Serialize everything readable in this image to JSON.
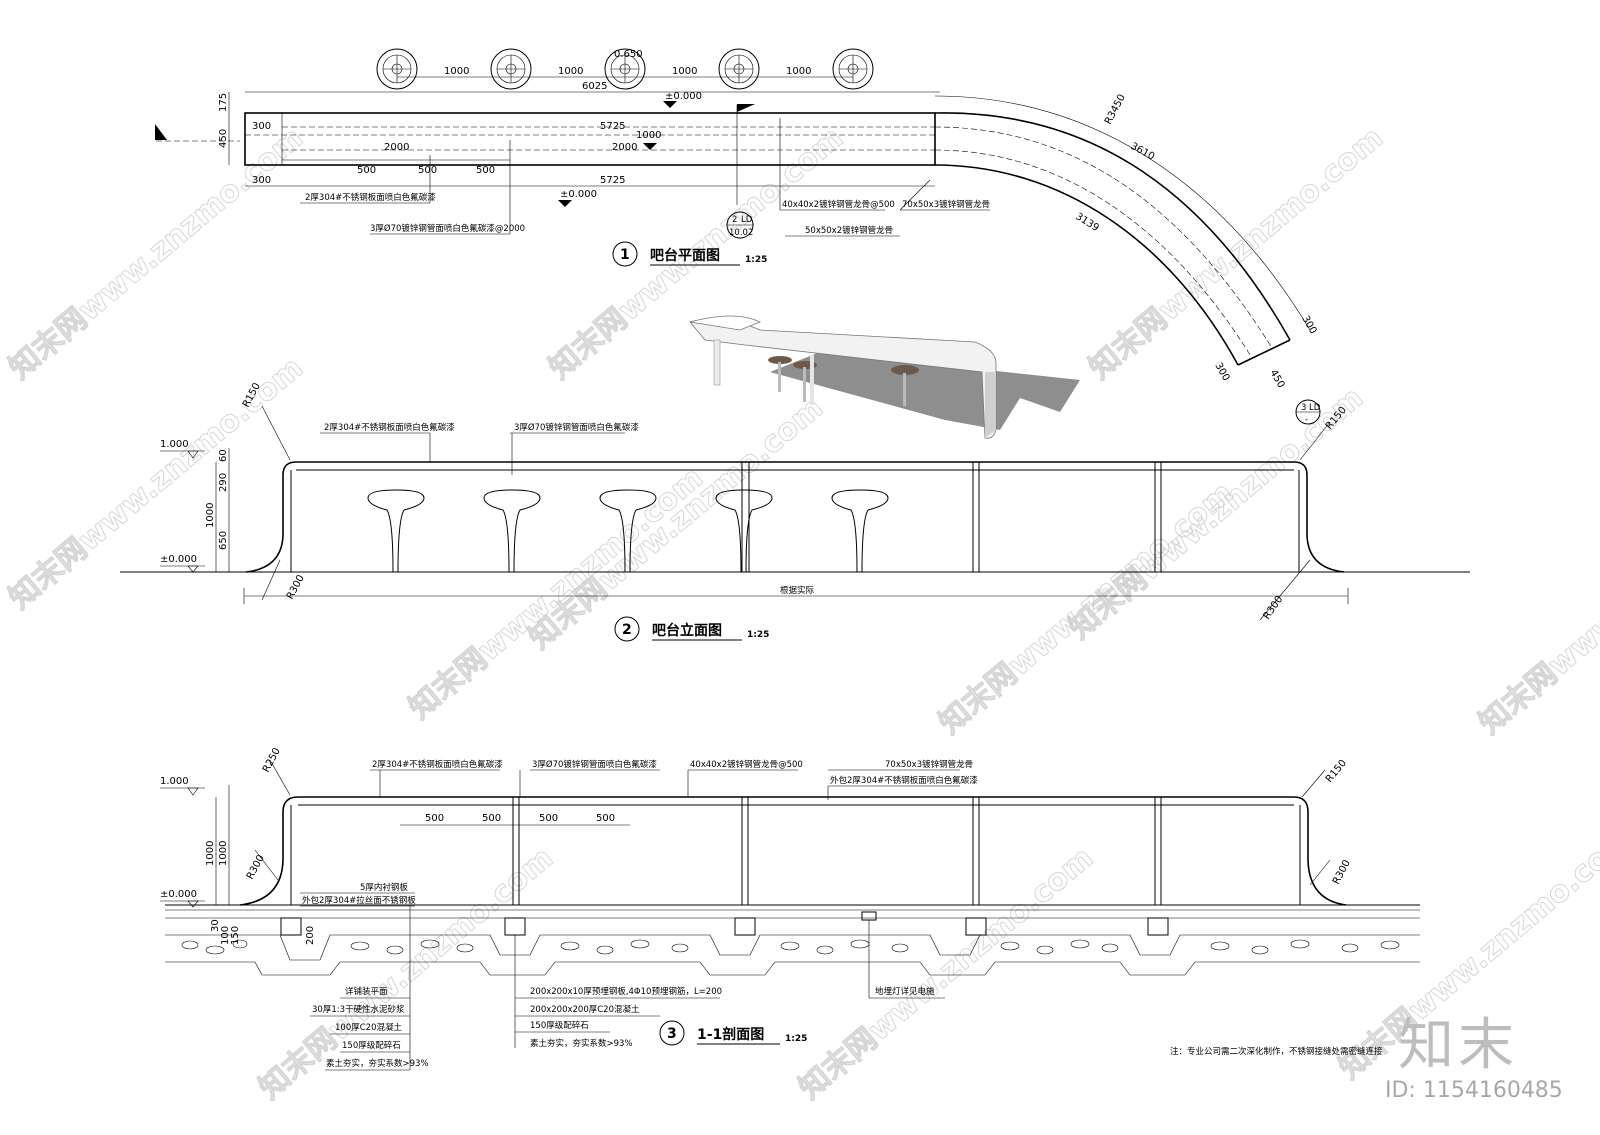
{
  "watermark": "知末网www.znzmo.com",
  "logo": "知末",
  "id_label": "ID: 1154160485",
  "footnote": "注：专业公司需二次深化制作，不锈钢接缝处需密缝连接",
  "plan": {
    "number": "1",
    "title": "吧台平面图",
    "scale": "1:25",
    "dims_top": [
      "1000",
      "1000",
      "1000",
      "1000"
    ],
    "overall": "6025",
    "level_top": "0.650",
    "level_mid": "±0.000",
    "level_bottom": "±0.000",
    "dims_left": [
      "175",
      "450"
    ],
    "row1": [
      "300",
      "5725"
    ],
    "row1_right": "1000",
    "row2": [
      "2000",
      "2000"
    ],
    "row3": [
      "500",
      "500",
      "500"
    ],
    "row4": [
      "300",
      "5725"
    ],
    "arc_r": "R3450",
    "arc_outer": "3610",
    "arc_inner": "3139",
    "end_dims": [
      "300",
      "300",
      "450"
    ],
    "callout2": {
      "num": "2",
      "tag": "LD",
      "sheet": "10.02"
    },
    "callout3": {
      "num": "3",
      "tag": "LD",
      "sheet": "-"
    },
    "labels": [
      "2厚304#不锈钢板面喷白色氟碳漆",
      "3厚Ø70镀锌钢管面喷白色氟碳漆@2000",
      "40x40x2镀锌钢管龙骨@500",
      "50x50x2镀锌钢管龙骨",
      "70x50x3镀锌钢管龙骨"
    ]
  },
  "elevation": {
    "number": "2",
    "title": "吧台立面图",
    "scale": "1:25",
    "level_top": "1.000",
    "level_ground": "±0.000",
    "dims_left": [
      "60",
      "290",
      "650",
      "1000"
    ],
    "r_top_left": "R150",
    "r_top_right": "R150",
    "r_bottom_left": "R300",
    "r_bottom_right": "R300",
    "bottom_note": "根据实际",
    "labels": [
      "2厚304#不锈钢板面喷白色氟碳漆",
      "3厚Ø70镀锌钢管面喷白色氟碳漆"
    ]
  },
  "section": {
    "number": "3",
    "title": "1-1剖面图",
    "scale": "1:25",
    "level_top": "1.000",
    "level_ground": "±0.000",
    "dims_left": [
      "1000",
      "1000"
    ],
    "dims_base": [
      "30",
      "100",
      "150",
      "200"
    ],
    "dims_mid": [
      "500",
      "500",
      "500",
      "500"
    ],
    "r_top_left": "R250",
    "r_top_right": "R150",
    "r_bottom_left": "R300",
    "r_bottom_right": "R300",
    "top_labels": [
      "2厚304#不锈钢板面喷白色氟碳漆",
      "3厚Ø70镀锌钢管面喷白色氟碳漆",
      "40x40x2镀锌钢管龙骨@500",
      "70x50x3镀锌钢管龙骨",
      "外包2厚304#不锈钢板面喷白色氟碳漆"
    ],
    "mid_labels": [
      "5厚内衬钢板",
      "外包2厚304#拉丝面不锈钢板"
    ],
    "left_labels": [
      "详铺装平面",
      "30厚1:3干硬性水泥砂浆",
      "100厚C20混凝土",
      "150厚级配碎石",
      "素土夯实，夯实系数>93%"
    ],
    "mid_base_labels": [
      "200x200x10厚预埋钢板,4Φ10预埋钢筋，L=200",
      "200x200x200厚C20混凝土",
      "150厚级配碎石",
      "素土夯实，夯实系数>93%"
    ],
    "right_label": "地埋灯详见电施"
  }
}
